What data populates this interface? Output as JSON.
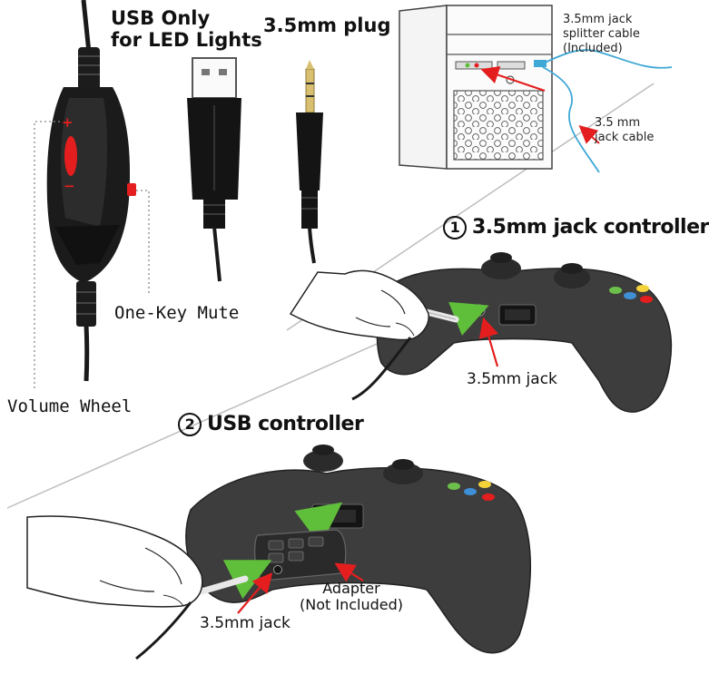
{
  "labels": {
    "usb_only_line1": "USB Only",
    "usb_only_line2": "for LED Lights",
    "plug": "3.5mm plug",
    "splitter_line1": "3.5mm jack",
    "splitter_line2": "splitter cable",
    "splitter_line3": "(Included)",
    "jack_cable_line1": "3.5 mm",
    "jack_cable_line2": "jack cable",
    "one_key_mute": "One-Key Mute",
    "volume_wheel": "Volume Wheel",
    "ctrl1_number": "1",
    "ctrl1_title": "3.5mm jack controller",
    "ctrl2_number": "2",
    "ctrl2_title": "USB controller",
    "jack_1": "3.5mm jack",
    "jack_2": "3.5mm jack",
    "adapter_line1": "Adapter",
    "adapter_line2": "(Not Included)",
    "volume_plus": "+",
    "volume_minus": "−"
  },
  "colors": {
    "accent_red": "#e41e1e",
    "arrow_green": "#5fbf3a",
    "controller_gray": "#3d3d3d",
    "cable_blue": "#3fa8d6",
    "button_green": "#6dbf4b",
    "button_blue": "#3e8fd6",
    "button_yellow": "#f3d23a"
  },
  "icons": [
    "usb-plug-icon",
    "audio-plug-icon",
    "pc-tower-icon",
    "game-controller-icon",
    "hand-icon",
    "adapter-icon",
    "arrow-icon"
  ]
}
